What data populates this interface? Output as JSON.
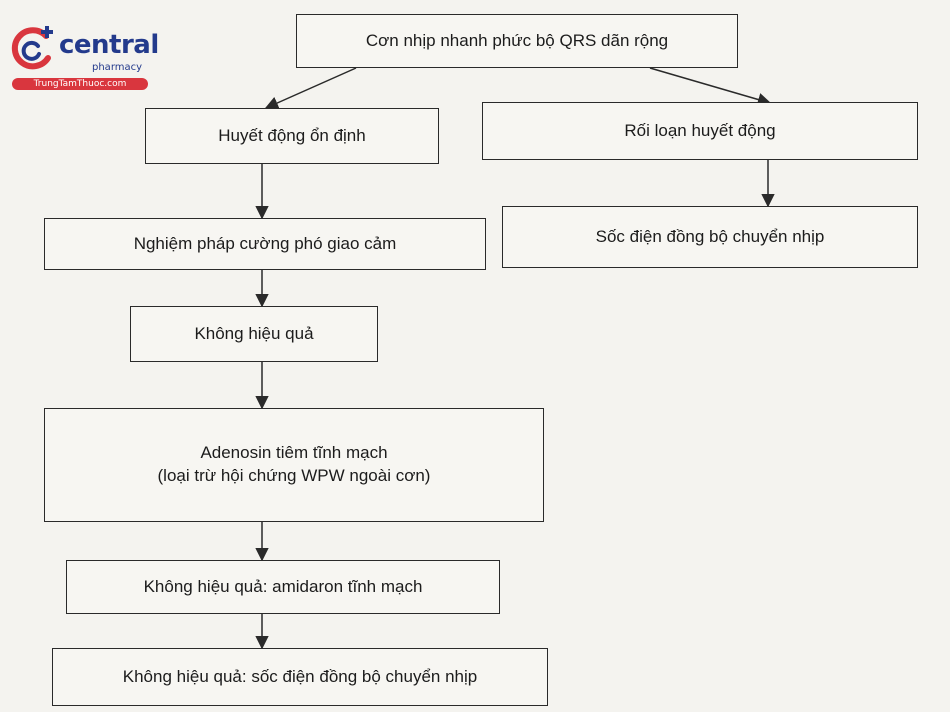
{
  "logo": {
    "brand": "central",
    "sub": "pharmacy",
    "band": "TrungTamThuoc.com",
    "colors": {
      "blue": "#233a8c",
      "red": "#d9363e"
    }
  },
  "flowchart": {
    "root": "Cơn nhịp nhanh phức bộ QRS dãn rộng",
    "stable": "Huyết động ổn định",
    "unstable": "Rối loạn huyết động",
    "unstable_action": "Sốc điện đồng bộ chuyển nhịp",
    "vagal": "Nghiệm pháp cường phó giao cảm",
    "fail1": "Không hiệu quả",
    "adenosine_line1": "Adenosin tiêm tĩnh mạch",
    "adenosine_line2": "(loại trừ hội chứng WPW ngoài cơn)",
    "amiodarone": "Không hiệu quả: amidaron tĩnh mạch",
    "final": "Không hiệu quả: sốc điện đồng bộ chuyển nhịp"
  }
}
